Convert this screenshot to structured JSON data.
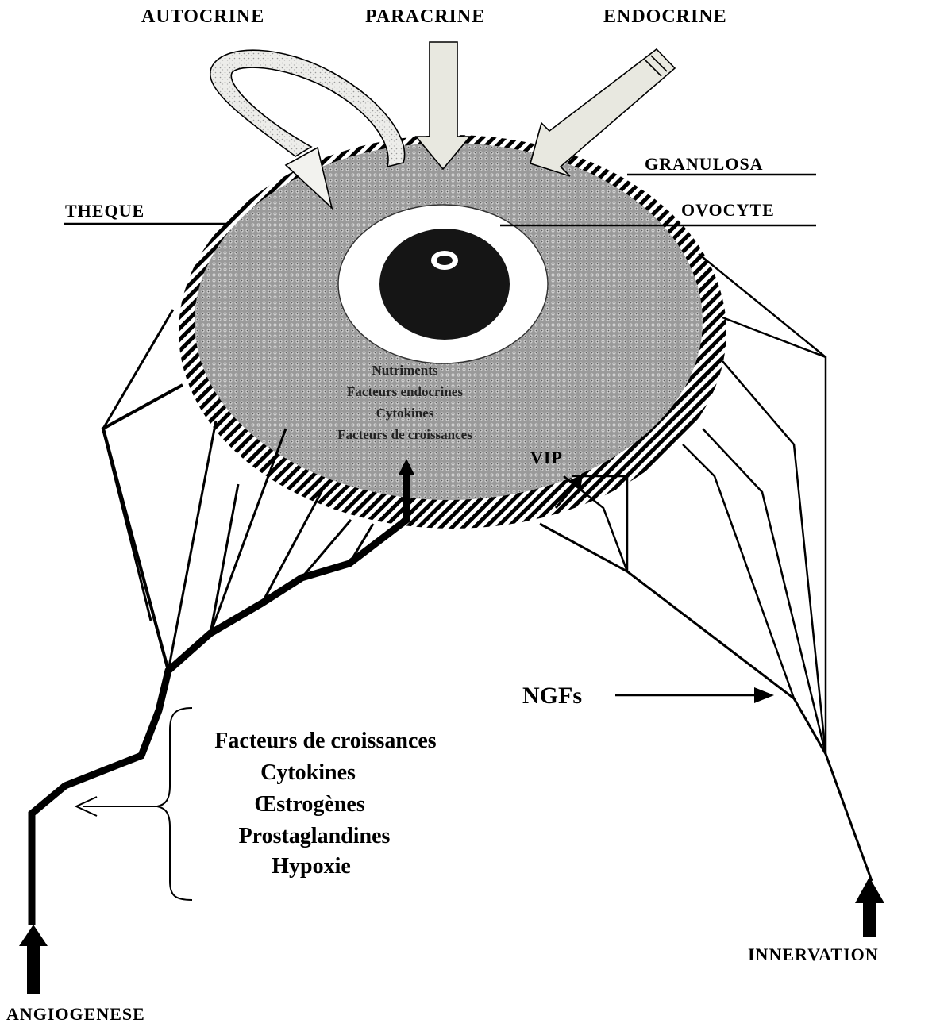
{
  "signaling": {
    "autocrine": "AUTOCRINE",
    "paracrine": "PARACRINE",
    "endocrine": "ENDOCRINE"
  },
  "structures": {
    "granulosa": "GRANULOSA",
    "theque": "THEQUE",
    "ovocyte": "OVOCYTE"
  },
  "inner_factors": [
    "Nutriments",
    "Facteurs endocrines",
    "Cytokines",
    "Facteurs de croissances"
  ],
  "vip": "VIP",
  "ngfs": "NGFs",
  "angio_factors": [
    "Facteurs de croissances",
    "Cytokines",
    "Œstrogènes",
    "Prostaglandines",
    "Hypoxie"
  ],
  "bottom": {
    "angiogenese": "ANGIOGENESE",
    "innervation": "INNERVATION"
  },
  "colors": {
    "ink": "#000000",
    "granulosa_fill": "#8c8c8c",
    "arrow_fill": "#e8e8e0",
    "oocyte_core": "#151515"
  }
}
